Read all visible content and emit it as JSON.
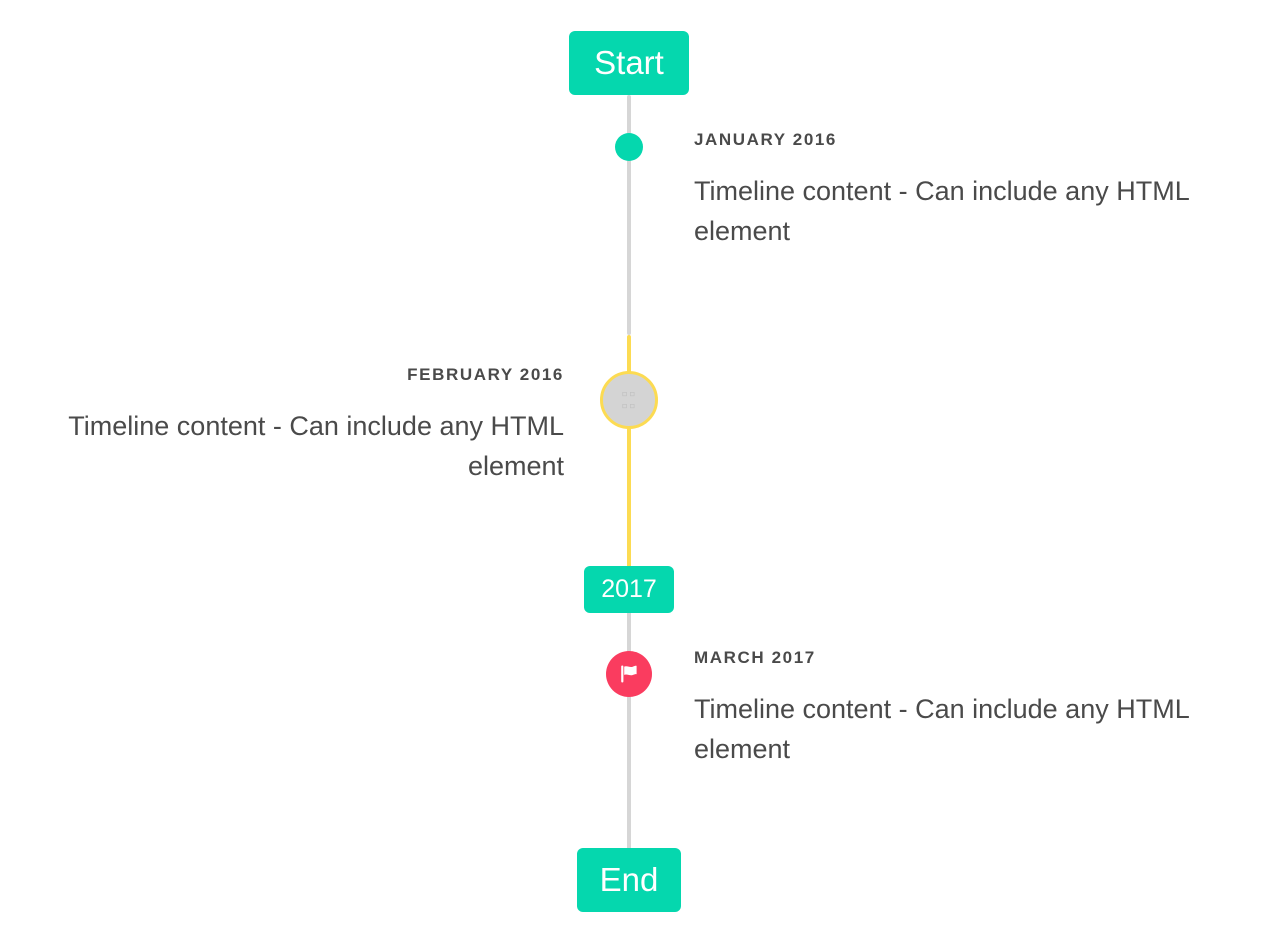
{
  "timeline": {
    "start_badge": {
      "label": "Start"
    },
    "divider_badge": {
      "label": "2017"
    },
    "end_badge": {
      "label": "End"
    },
    "entries": [
      {
        "date": "JANUARY 2016",
        "content": "Timeline content - Can include any HTML element",
        "side": "right",
        "marker": "dot-icon",
        "marker_color": "#05d7ae"
      },
      {
        "date": "FEBRUARY 2016",
        "content": "Timeline content - Can include any HTML element",
        "side": "left",
        "marker": "missing-image-icon",
        "marker_color": "#d4d4d4",
        "marker_ring_color": "#fcdb52",
        "marker_glyph": "▫▫\n▫▫"
      },
      {
        "date": "MARCH 2017",
        "content": "Timeline content - Can include any HTML element",
        "side": "right",
        "marker": "flag-icon",
        "marker_color": "#fa3c5f"
      }
    ],
    "colors": {
      "accent": "#05d7ae",
      "axis_default": "#d6d6d6",
      "axis_highlight": "#fcdb52",
      "flag_marker": "#fa3c5f",
      "text": "#4a4a4a",
      "background": "#ffffff"
    }
  }
}
